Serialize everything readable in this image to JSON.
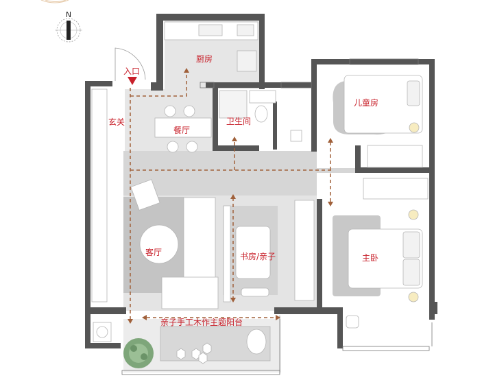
{
  "compass": {
    "label": "N"
  },
  "entrance": {
    "label": "入口"
  },
  "rooms": {
    "kitchen": "厨房",
    "dining": "餐厅",
    "bathroom": "卫生间",
    "foyer": "玄关",
    "living": "客厅",
    "study": "书房/亲子",
    "kids_room": "儿童房",
    "master_bedroom": "主卧",
    "balcony": "亲子手工木作主题阳台"
  },
  "colors": {
    "wall": "#555555",
    "floor": "#e6e6e6",
    "corridor": "#d6d6d6",
    "rug": "#c4c4c4",
    "label": "#c8202a",
    "route": "#a0603a"
  }
}
